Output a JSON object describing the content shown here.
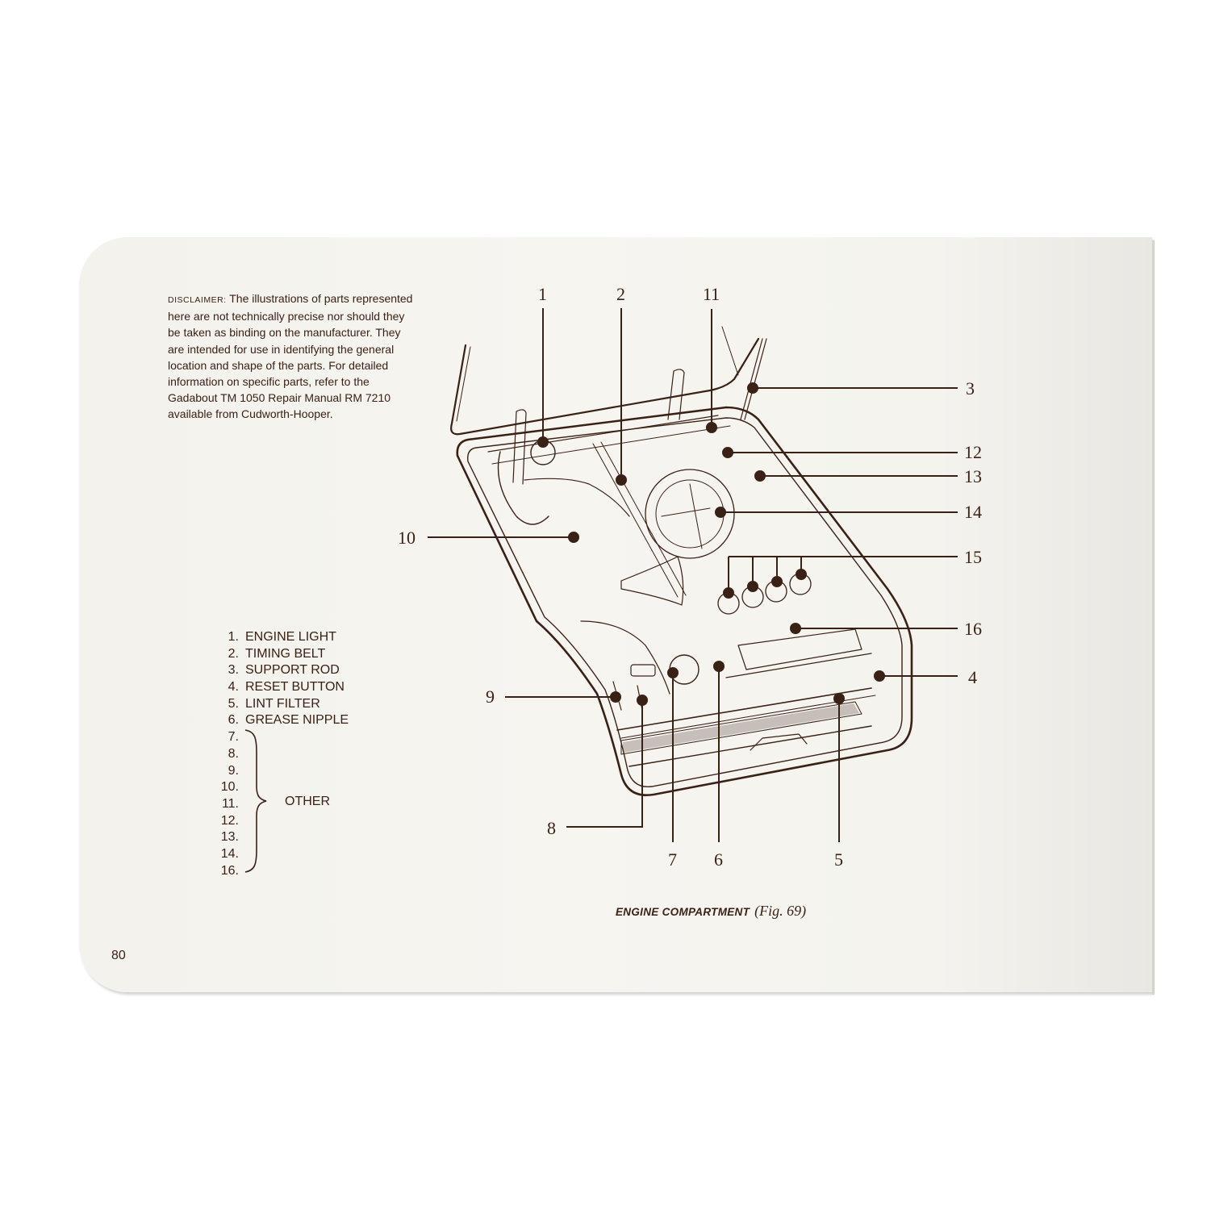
{
  "page": {
    "number": "80",
    "disclaimer": {
      "lead": "DISCLAIMER:",
      "text": " The illustrations of parts represented here are not technically precise nor should they be taken as binding on the manufacturer.  They are intended for use in identifying the general location and shape of the parts.  For detailed information on specific parts, refer to the Gadabout TM 1050 Repair Manual RM 7210 available from Cudworth-Hooper."
    },
    "legend": {
      "items": [
        {
          "num": "1.",
          "label": "ENGINE LIGHT"
        },
        {
          "num": "2.",
          "label": "TIMING BELT"
        },
        {
          "num": "3.",
          "label": "SUPPORT ROD"
        },
        {
          "num": "4.",
          "label": "RESET BUTTON"
        },
        {
          "num": "5.",
          "label": "LINT FILTER"
        },
        {
          "num": "6.",
          "label": "GREASE NIPPLE"
        },
        {
          "num": "7.",
          "label": ""
        },
        {
          "num": "8.",
          "label": ""
        },
        {
          "num": "9.",
          "label": ""
        },
        {
          "num": "10.",
          "label": ""
        },
        {
          "num": "11.",
          "label": ""
        },
        {
          "num": "12.",
          "label": ""
        },
        {
          "num": "13.",
          "label": ""
        },
        {
          "num": "14.",
          "label": ""
        },
        {
          "num": "16.",
          "label": ""
        }
      ],
      "group_label": "OTHER"
    },
    "figure": {
      "title": "ENGINE COMPARTMENT",
      "ref": "(Fig. 69)",
      "ink_color": "#3a2116",
      "callouts": [
        {
          "label": "1"
        },
        {
          "label": "2"
        },
        {
          "label": "11"
        },
        {
          "label": "3"
        },
        {
          "label": "12"
        },
        {
          "label": "13"
        },
        {
          "label": "14"
        },
        {
          "label": "15"
        },
        {
          "label": "16"
        },
        {
          "label": "4"
        },
        {
          "label": "10"
        },
        {
          "label": "9"
        },
        {
          "label": "8"
        },
        {
          "label": "7"
        },
        {
          "label": "6"
        },
        {
          "label": "5"
        }
      ]
    }
  }
}
